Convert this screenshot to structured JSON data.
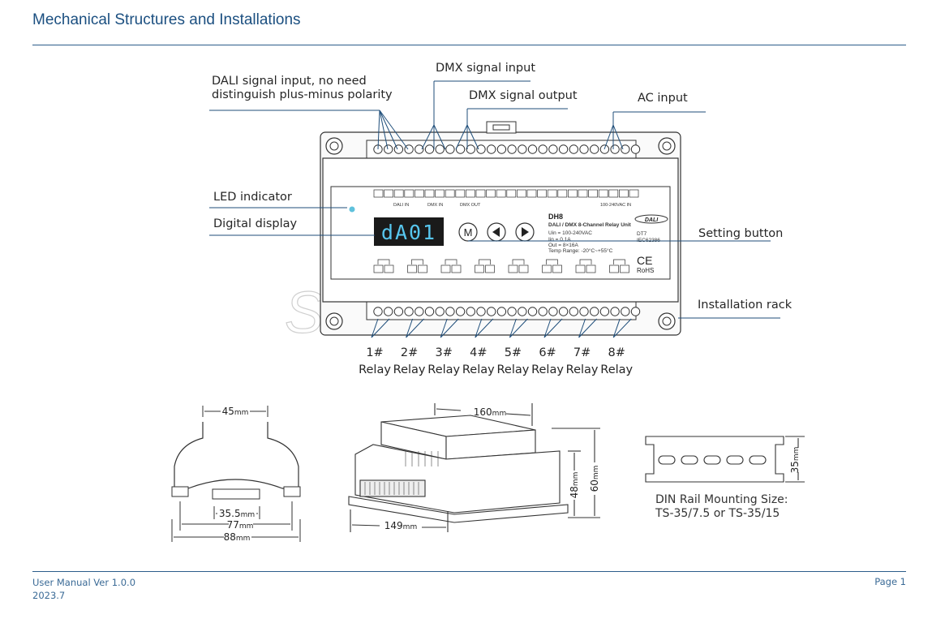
{
  "header": {
    "title": "Mechanical Structures and Installations"
  },
  "callouts": {
    "dali_input": [
      "DALI signal input, no need",
      "distinguish plus-minus polarity"
    ],
    "dmx_input": "DMX signal input",
    "dmx_output": "DMX signal output",
    "ac_input": "AC input",
    "led_indicator": "LED indicator",
    "digital_display": "Digital display",
    "setting_button": "Setting button",
    "installation_rack": "Installation rack"
  },
  "device": {
    "model": "DH8",
    "subtitle": "DALI / DMX 8-Channel Relay Unit",
    "specs": [
      "Uin  = 100-240VAC",
      "Iin   = 0.1A",
      "Out = 8×16A",
      "Temp Range: -20°C~+55°C"
    ],
    "display_text": "dA01",
    "dt": "DT7",
    "standard": "IEC62386",
    "ce": "CE",
    "rohs": "RoHS",
    "dali_logo": "DALI",
    "button_m": "M",
    "port_labels": {
      "dali_in": "DALI IN",
      "dmx_in": "DMX IN",
      "dmx_out": "DMX OUT",
      "ac_in": "100-240VAC IN"
    },
    "watermark": "SAFELUMEI"
  },
  "relays": [
    {
      "number": "1#",
      "label": "Relay"
    },
    {
      "number": "2#",
      "label": "Relay"
    },
    {
      "number": "3#",
      "label": "Relay"
    },
    {
      "number": "4#",
      "label": "Relay"
    },
    {
      "number": "5#",
      "label": "Relay"
    },
    {
      "number": "6#",
      "label": "Relay"
    },
    {
      "number": "7#",
      "label": "Relay"
    },
    {
      "number": "8#",
      "label": "Relay"
    }
  ],
  "dimensions": {
    "side_width": "45",
    "inner": "35.5",
    "mid": "77",
    "outer": "88",
    "length_top": "160",
    "length_bottom": "149",
    "height_a": "48",
    "height_b": "60",
    "rail_height": "35",
    "unit": "mm"
  },
  "din_rail": {
    "caption": [
      "DIN Rail Mounting Size:",
      "TS-35/7.5 or TS-35/15"
    ]
  },
  "footer": {
    "manual": "User Manual Ver 1.0.0",
    "date": "2023.7",
    "page": "Page 1"
  },
  "colors": {
    "heading": "#1b4f80",
    "rule": "#2c5d8a",
    "display_bg": "#1a1a1a",
    "display_text": "#57c6ee",
    "led": "#5fc1dc"
  }
}
